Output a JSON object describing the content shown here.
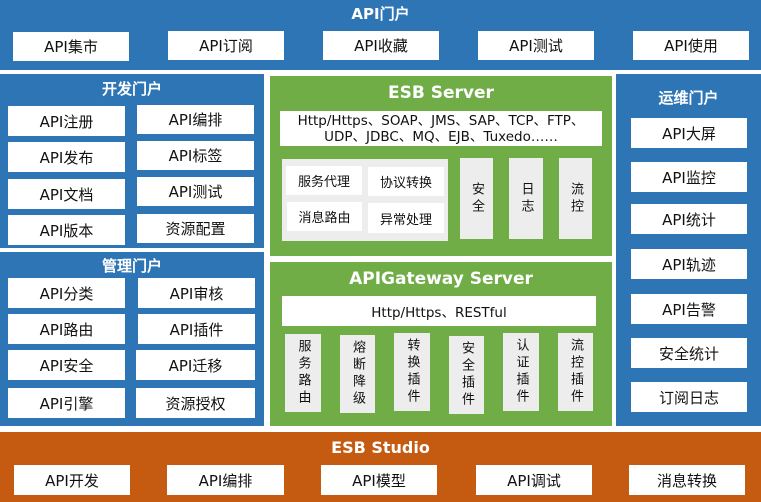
{
  "top_portal": {
    "title": "API门户",
    "items": [
      "API集市",
      "API订阅",
      "API收藏",
      "API测试",
      "API使用"
    ]
  },
  "dev_portal": {
    "title": "开发门户",
    "items": [
      "API注册",
      "API编排",
      "API发布",
      "API标签",
      "API文档",
      "API测试",
      "API版本",
      "资源配置"
    ]
  },
  "mgmt_portal": {
    "title": "管理门户",
    "items": [
      "API分类",
      "API审核",
      "API路由",
      "API插件",
      "API安全",
      "API迁移",
      "API引擎",
      "资源授权"
    ]
  },
  "esb_server": {
    "title": "ESB Server",
    "protocols_line1": "Http/Https、SOAP、JMS、SAP、TCP、FTP、",
    "protocols_line2": "UDP、JDBC、MQ、EJB、Tuxedo……",
    "functions": [
      "服务代理",
      "协议转换",
      "消息路由",
      "异常处理"
    ],
    "side_modules": [
      "安全",
      "日志",
      "流控"
    ]
  },
  "gateway_server": {
    "title": "APIGateway Server",
    "protocols": "Http/Https、RESTful",
    "plugins": [
      "服务路由",
      "熔断降级",
      "转换插件",
      "安全插件",
      "认证插件",
      "流控插件"
    ]
  },
  "ops_portal": {
    "title": "运维门户",
    "items": [
      "API大屏",
      "API监控",
      "API统计",
      "API轨迹",
      "API告警",
      "安全统计",
      "订阅日志"
    ]
  },
  "esb_studio": {
    "title": "ESB Studio",
    "items": [
      "API开发",
      "API编排",
      "API模型",
      "API调试",
      "消息转换"
    ]
  },
  "colors": {
    "portal_blue": "#2e75b6",
    "server_green": "#70ad47",
    "studio_orange": "#c55a11",
    "module_gray": "#ededed"
  }
}
